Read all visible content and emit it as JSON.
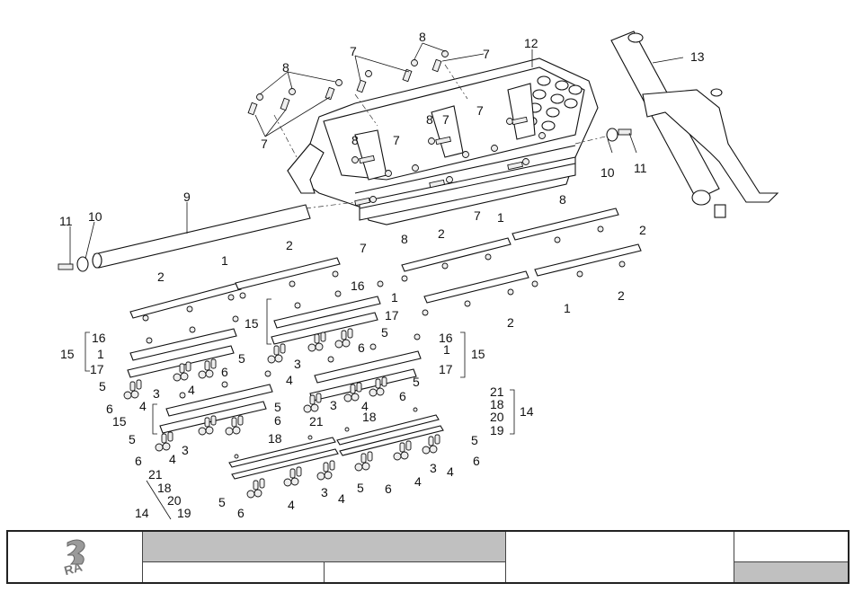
{
  "diagram": {
    "type": "exploded-parts-view",
    "callouts": {
      "frame_bolts": "7",
      "frame_nuts": "8",
      "shaft": "9",
      "washer": "10",
      "bolt_end": "11",
      "main_frame": "12",
      "cylinder": "13",
      "assembly_14": "14",
      "assembly_15": "15",
      "flat_bar": "1",
      "screw": "2",
      "pin": "3",
      "nut": "4",
      "spacer": "5",
      "washer_6": "6",
      "nut_16": "16",
      "plate_17": "17",
      "part_18": "18",
      "bar_19": "19",
      "bar_20": "20",
      "part_21": "21"
    }
  },
  "title_block": {
    "logo": "RA",
    "title": "",
    "subtitle_left": "",
    "subtitle_right": "",
    "code": "",
    "revision_top": "",
    "revision_bottom": "",
    "colors": {
      "gray_fill": "#c0c0c0",
      "border": "#222222"
    }
  }
}
